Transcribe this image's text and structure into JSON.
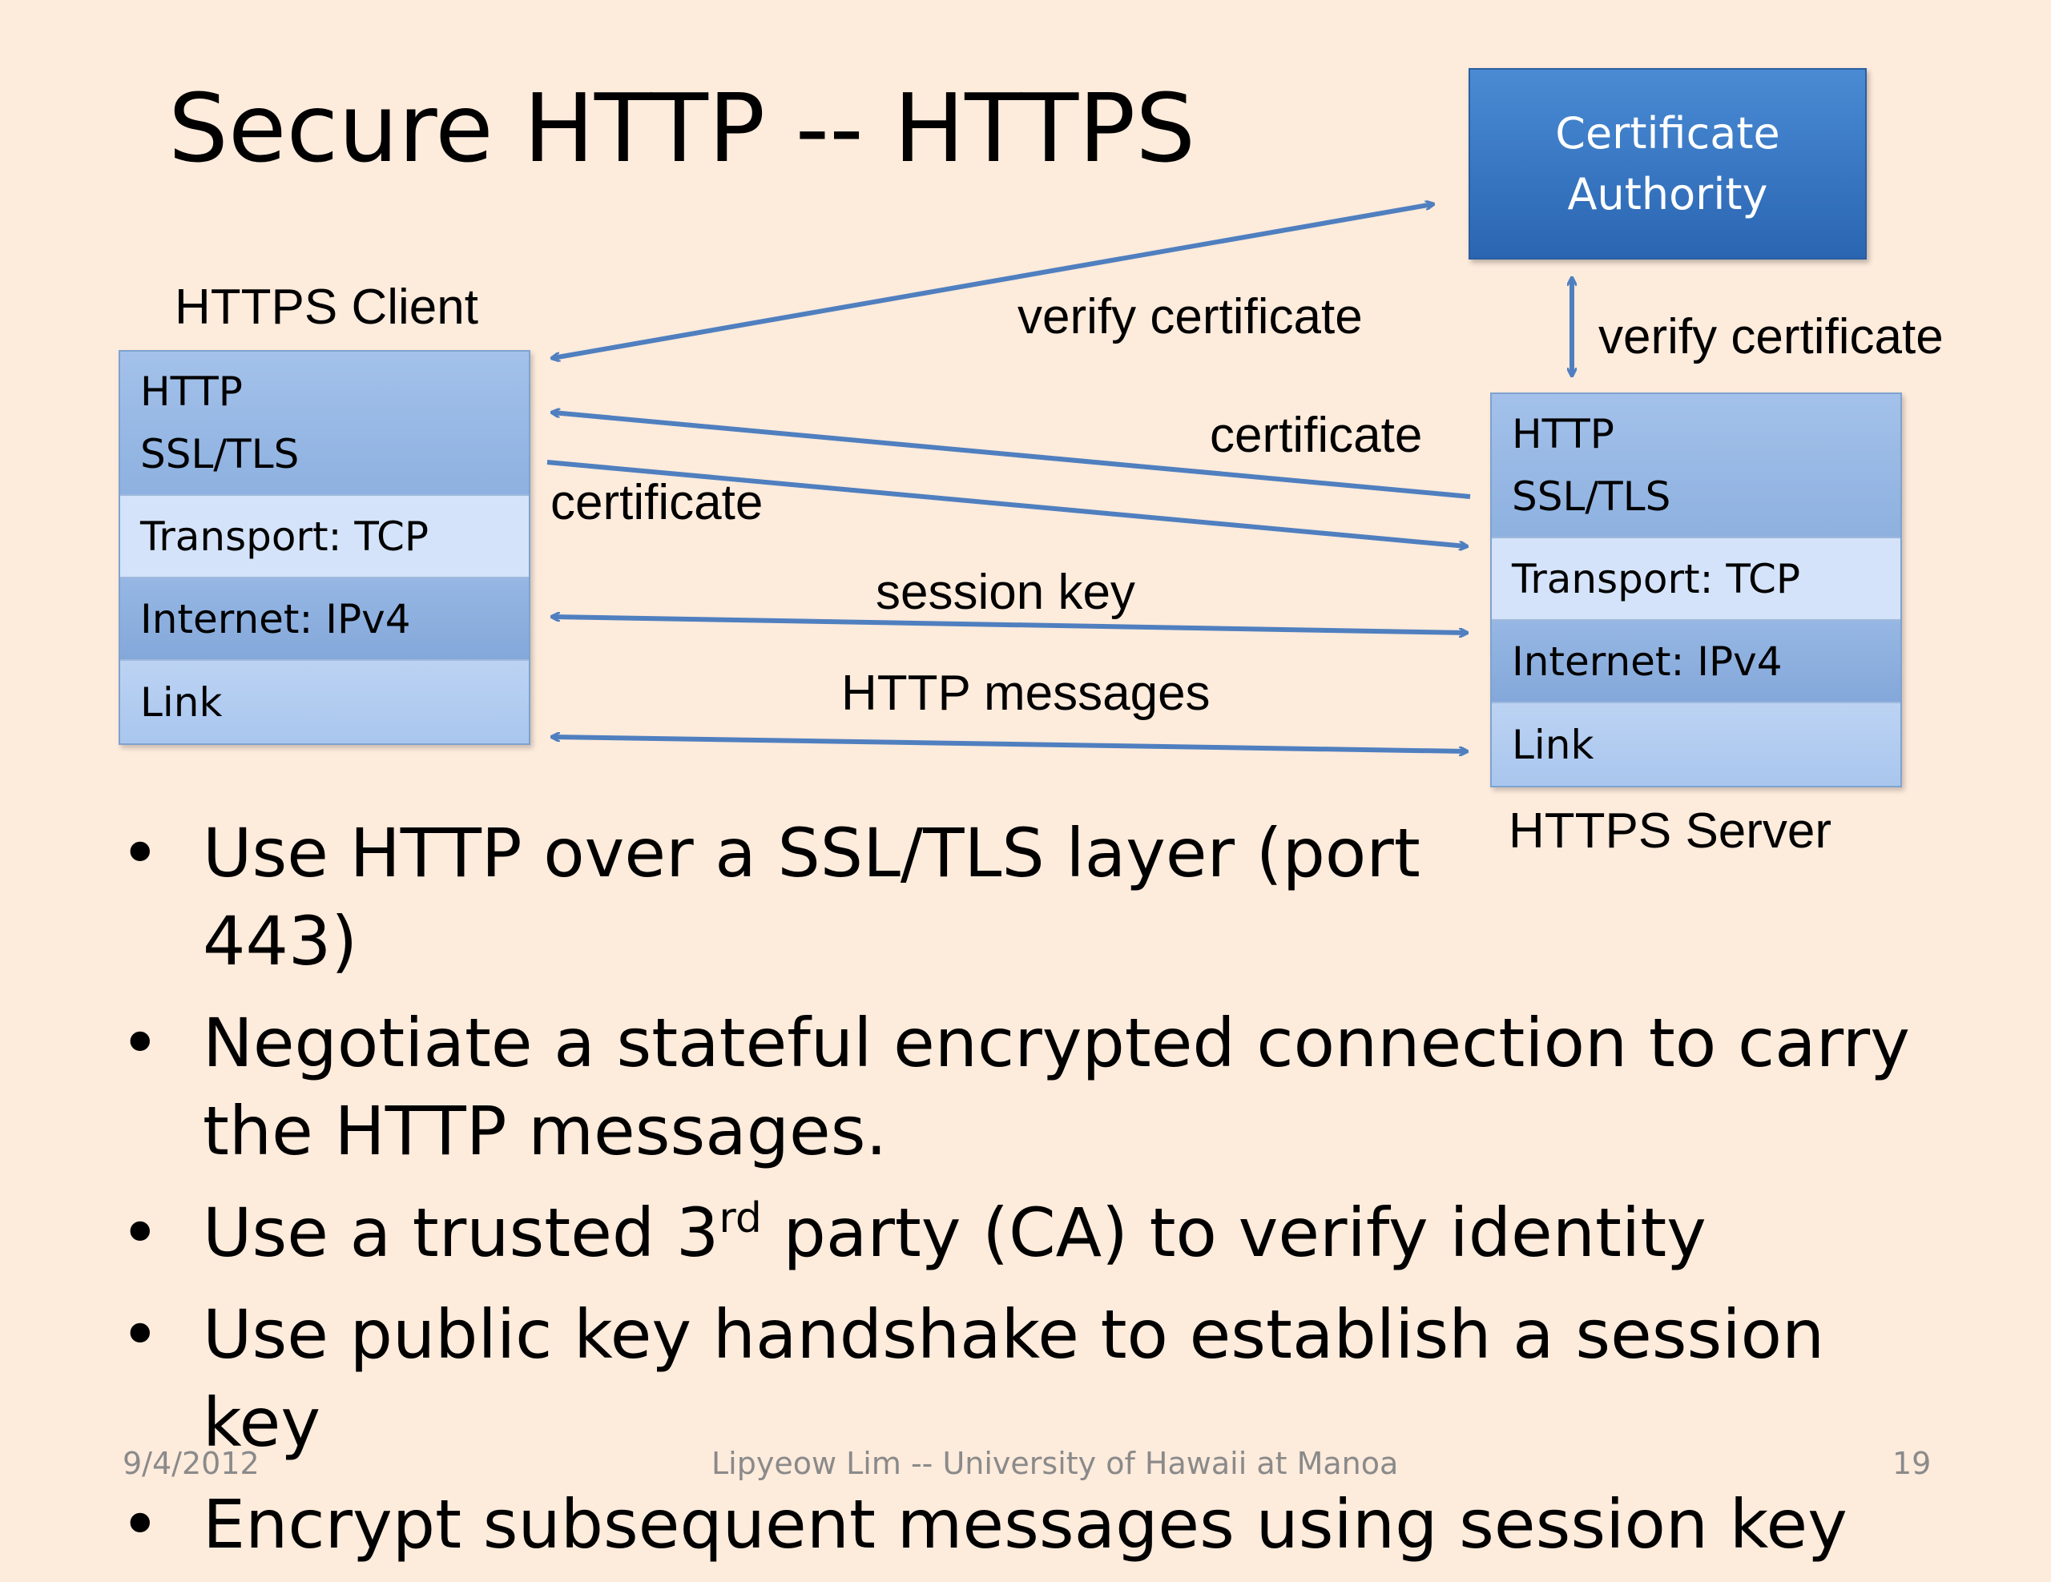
{
  "slide": {
    "title": "Secure HTTP -- HTTPS",
    "footer_date": "9/4/2012",
    "footer_center": "Lipyeow Lim -- University of Hawaii at Manoa",
    "footer_page": "19"
  },
  "diagram": {
    "ca_line1": "Certificate",
    "ca_line2": "Authority",
    "client_label": "HTTPS Client",
    "server_label": "HTTPS Server",
    "client_layers": {
      "app1": "HTTP",
      "app2": "SSL/TLS",
      "transport": "Transport: TCP",
      "internet": "Internet: IPv4",
      "link": "Link"
    },
    "server_layers": {
      "app1": "HTTP",
      "app2": "SSL/TLS",
      "transport": "Transport: TCP",
      "internet": "Internet: IPv4",
      "link": "Link"
    },
    "arrow_labels": {
      "verify_client": "verify certificate",
      "verify_server": "verify certificate",
      "cert_from_server": "certificate",
      "cert_from_client": "certificate",
      "session_key": "session key",
      "http_messages": "HTTP messages"
    },
    "arrow_color": "#4f7fbf"
  },
  "bullets": [
    {
      "text": "Use HTTP over a SSL/TLS layer (port 443)"
    },
    {
      "text": "Negotiate a stateful encrypted connection to carry the HTTP messages."
    },
    {
      "pre": "Use a trusted 3",
      "sup": "rd",
      "post": " party (CA) to verify identity"
    },
    {
      "text": "Use public key handshake to establish a session key"
    },
    {
      "text": "Encrypt subsequent messages using session key"
    }
  ]
}
